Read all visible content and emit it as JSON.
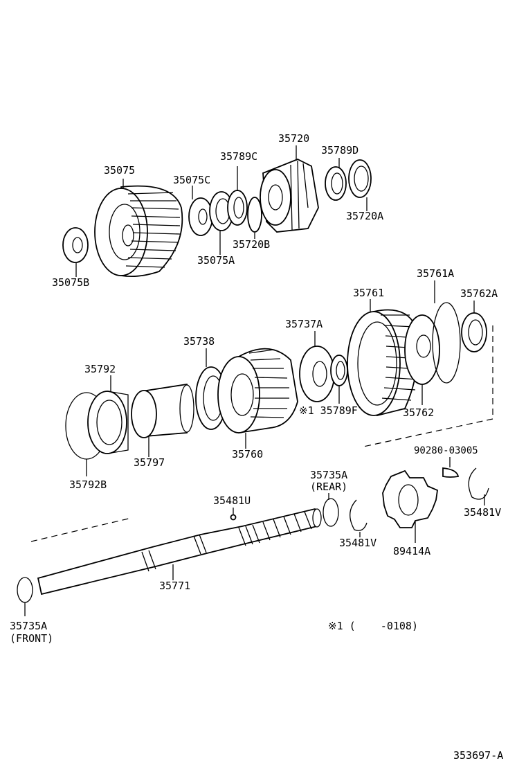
{
  "labels": {
    "p35720": "35720",
    "p35789C": "35789C",
    "p35789D": "35789D",
    "p35075": "35075",
    "p35075C": "35075C",
    "p35720A": "35720A",
    "p35720B": "35720B",
    "p35075A": "35075A",
    "p35075B": "35075B",
    "p35761A": "35761A",
    "p35761": "35761",
    "p35762A": "35762A",
    "p35737A": "35737A",
    "p35738": "35738",
    "p35792": "35792",
    "p35789F": "※1 35789F",
    "p35762": "35762",
    "p35797": "35797",
    "p35760": "35760",
    "p35792B": "35792B",
    "p90280": "90280-03005",
    "p35735A_rear": "35735A",
    "rear": "(REAR)",
    "p35481U": "35481U",
    "p35481V_right": "35481V",
    "p35481V_mid": "35481V",
    "p89414A": "89414A",
    "p35771": "35771",
    "p35735A_front": "35735A",
    "front": "(FRONT)",
    "note": "※1 (    -0108)",
    "figure_id": "353697-A"
  },
  "colors": {
    "line": "#000000",
    "background": "#ffffff"
  }
}
